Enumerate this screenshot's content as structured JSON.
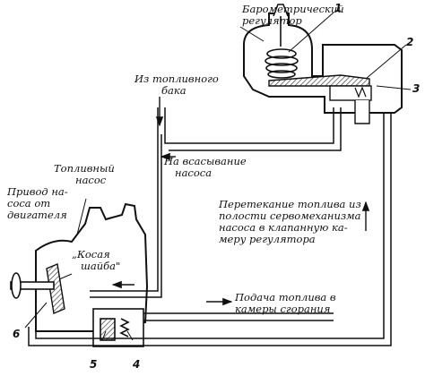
{
  "labels": {
    "regulator": [
      "Барометрический",
      "регулятор"
    ],
    "fuel_tank": [
      "Из топливного",
      "бака"
    ],
    "pump_suction": [
      "На всасывание",
      "насоса"
    ],
    "fuel_pump": [
      "Топливный",
      "насос"
    ],
    "drive": [
      "Привод на-",
      "coca от",
      "двигателя"
    ],
    "swash_plate": [
      "„Косая",
      "шайба\""
    ],
    "overflow": [
      "Перетекание топлива из",
      "полости сервомеханизма",
      "насоса в клапанную ка-",
      "меру регулятора"
    ],
    "supply": [
      "Подача топлива в",
      "камеры сгорания"
    ]
  },
  "callouts": [
    "1",
    "2",
    "3",
    "4",
    "5",
    "6"
  ],
  "colors": {
    "ink": "#111111",
    "fill": "#ffffff",
    "hatch": "#333333"
  }
}
